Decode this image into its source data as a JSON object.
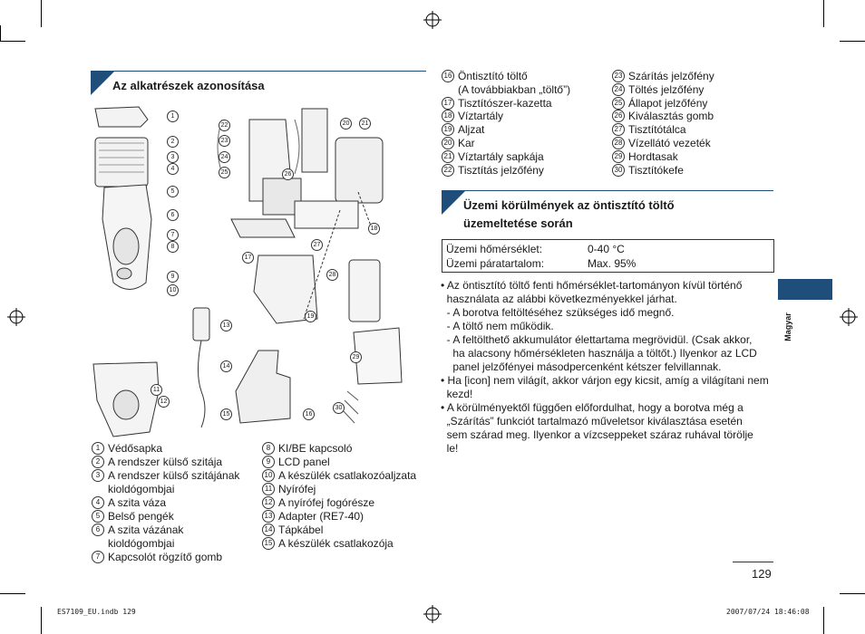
{
  "left_section": {
    "heading": "Az alkatrészek azonosítása",
    "legend_col1": [
      {
        "n": "1",
        "text": "Védősapka"
      },
      {
        "n": "2",
        "text": "A rendszer külső szitája"
      },
      {
        "n": "3",
        "text": "A rendszer külső szitájának"
      },
      {
        "n": "",
        "text": "kioldógombjai"
      },
      {
        "n": "4",
        "text": "A szita váza"
      },
      {
        "n": "5",
        "text": "Belső pengék"
      },
      {
        "n": "6",
        "text": "A szita vázának"
      },
      {
        "n": "",
        "text": "kioldógombjai"
      },
      {
        "n": "7",
        "text": "Kapcsolót rögzítő gomb"
      }
    ],
    "legend_col2": [
      {
        "n": "8",
        "text": "KI/BE kapcsoló"
      },
      {
        "n": "9",
        "text": "LCD panel"
      },
      {
        "n": "10",
        "text": "A készülék csatlakozóaljzata"
      },
      {
        "n": "11",
        "text": "Nyírófej"
      },
      {
        "n": "12",
        "text": "A nyírófej fogórésze"
      },
      {
        "n": "13",
        "text": "Adapter (RE7-40)"
      },
      {
        "n": "14",
        "text": "Tápkábel"
      },
      {
        "n": "15",
        "text": "A készülék csatlakozója"
      }
    ]
  },
  "right_top_list": {
    "col1": [
      {
        "n": "16",
        "text": "Öntisztító töltő"
      },
      {
        "n": "",
        "text": "(A továbbiakban „töltő”)"
      },
      {
        "n": "17",
        "text": "Tisztítószer-kazetta"
      },
      {
        "n": "18",
        "text": "Víztartály"
      },
      {
        "n": "19",
        "text": "Aljzat"
      },
      {
        "n": "20",
        "text": "Kar"
      },
      {
        "n": "21",
        "text": "Víztartály sapkája"
      },
      {
        "n": "22",
        "text": "Tisztítás jelzőfény"
      }
    ],
    "col2": [
      {
        "n": "23",
        "text": "Szárítás jelzőfény"
      },
      {
        "n": "24",
        "text": "Töltés jelzőfény"
      },
      {
        "n": "25",
        "text": "Állapot jelzőfény"
      },
      {
        "n": "26",
        "text": "Kiválasztás gomb"
      },
      {
        "n": "27",
        "text": "Tisztítótálca"
      },
      {
        "n": "28",
        "text": "Vízellátó vezeték"
      },
      {
        "n": "29",
        "text": "Hordtasak"
      },
      {
        "n": "30",
        "text": "Tisztítókefe"
      }
    ]
  },
  "conditions_section": {
    "heading_line1": "Üzemi körülmények az öntisztító töltő",
    "heading_line2": "üzemeltetése során",
    "rows": [
      {
        "label": "Üzemi hőmérséklet:",
        "value": "0-40 °C"
      },
      {
        "label": "Üzemi páratartalom:",
        "value": "Max. 95%"
      }
    ],
    "bullets": [
      "• Az öntisztító töltő fenti hőmérséklet-tartományon kívül történő",
      "  használata az alábbi következményekkel járhat.",
      "  - A borotva feltöltéséhez szükséges idő megnő.",
      "  - A töltő nem működik.",
      "  - A feltölthető akkumulátor élettartama megrövidül. (Csak akkor,",
      "    ha alacsony hőmérsékleten használja a töltőt.) Ilyenkor az LCD",
      "    panel jelzőfényei másodpercenként kétszer felvillannak.",
      "• Ha [icon] nem világít, akkor várjon egy kicsit, amíg a világítani nem",
      "  kezd!",
      "• A körülményektől függően előfordulhat, hogy a borotva még a",
      "  „Szárítás” funkciót tartalmazó műveletsor kiválasztása esetén",
      "  sem szárad meg. Ilyenkor a vízcseppeket száraz ruhával törölje",
      "  le!"
    ]
  },
  "side_tab_label": "Magyar",
  "page_number": "129",
  "footer_left": "ES7109_EU.indb   129",
  "footer_right": "2007/07/24   18:46:08",
  "diagram_numbers": [
    "1",
    "2",
    "3",
    "4",
    "5",
    "6",
    "7",
    "8",
    "9",
    "10",
    "11",
    "12",
    "13",
    "14",
    "15",
    "16",
    "17",
    "18",
    "19",
    "20",
    "21",
    "22",
    "23",
    "24",
    "25",
    "26",
    "27",
    "28",
    "29",
    "30"
  ]
}
